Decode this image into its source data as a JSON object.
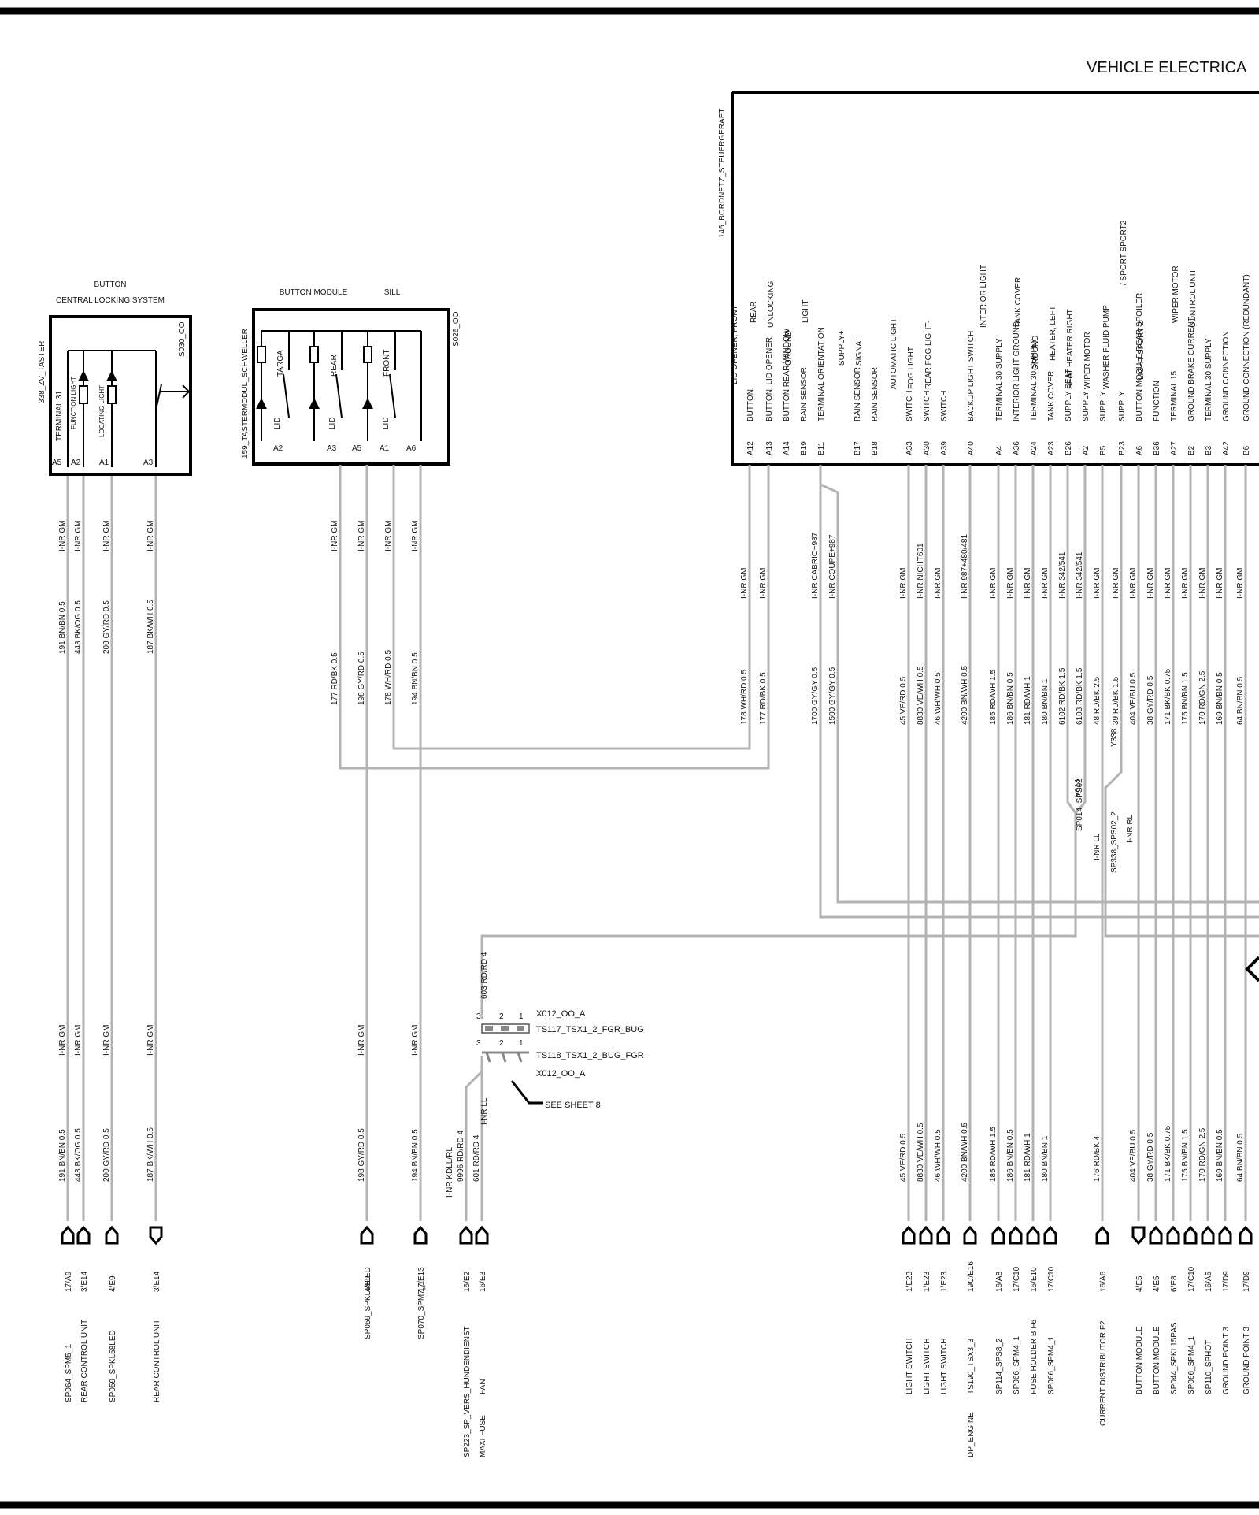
{
  "header": {
    "title": "VEHICLE ELECTRICA"
  },
  "components": {
    "zv": {
      "title1": "BUTTON",
      "title2": "CENTRAL LOCKING SYSTEM",
      "id": "338_ZV_TASTER",
      "code": "S030_OO",
      "labels": [
        "TERMINAL 31",
        "FUNCTION LIGHT",
        "LOCATING LIGHT"
      ],
      "pins": [
        "A5",
        "A2",
        "A1",
        "A3"
      ]
    },
    "sill": {
      "title1": "BUTTON MODULE",
      "title2": "SILL",
      "id": "159_TASTERMODUL_SCHWELLER",
      "code": "S026_OO",
      "labels": [
        "TARGA",
        "REAR",
        "FRONT",
        "LID",
        "LID",
        "LID"
      ],
      "pins": [
        "A2",
        "A3",
        "A5",
        "A1",
        "A6"
      ]
    },
    "bcm": {
      "id": "146_BORDNETZ_STEUERGERAET"
    }
  },
  "zv_wires": [
    {
      "label": "I-NR GM",
      "wire": "191 BN/BN 0.5",
      "ref": "17/A9",
      "dest": "SP064_SPM5_1"
    },
    {
      "label": "I-NR GM",
      "wire": "443 BK/OG 0.5",
      "ref": "3/E14",
      "dest": "REAR CONTROL UNIT"
    },
    {
      "label": "I-NR GM",
      "wire": "200 GY/RD 0.5",
      "ref": "4/E9",
      "dest": "SP059_SPKL58LED"
    },
    {
      "label": "I-NR GM",
      "wire": "187 BK/WH 0.5",
      "ref": "3/E14",
      "dest": "REAR CONTROL UNIT"
    }
  ],
  "sill_wires": [
    {
      "label": "I-NR GM",
      "wire": "177 RD/BK 0.5"
    },
    {
      "label": "I-NR GM",
      "wire": "198 GY/RD 0.5"
    },
    {
      "label": "I-NR GM",
      "wire": "178 WH/RD 0.5"
    },
    {
      "label": "I-NR GM",
      "wire": "194 BN/BN 0.5"
    }
  ],
  "sill_bottom": [
    {
      "label": "I-NR GM",
      "wire": "198 GY/RD 0.5",
      "ref": "4/E9",
      "dest": "SP059_SPKL58LED"
    },
    {
      "label": "I-NR GM",
      "wire": "194 BN/BN 0.5",
      "ref": "17/E13",
      "dest": "SP070_SPM7_1"
    }
  ],
  "bcm_pins": [
    {
      "pin": "A12",
      "desc1": "BUTTON,",
      "desc2": "LID OPENER,  FRONT",
      "label": "I-NR GM",
      "wire": "178 WH/RD 0.5"
    },
    {
      "pin": "A13",
      "desc1": "BUTTON,  LID OPENER,",
      "desc2": "REAR",
      "label": "I-NR GM",
      "wire": "177 RD/BK 0.5"
    },
    {
      "pin": "A14",
      "desc1": "BUTTON  REAR WINDOW",
      "desc2": "UNLOCKING"
    },
    {
      "pin": "B19",
      "desc1": "RAIN SENSOR",
      "desc2": "GROUND"
    },
    {
      "pin": "B11",
      "desc1": "TERMINAL ORIENTATION",
      "desc2": "LIGHT",
      "label": "I-NR CABRIO+987",
      "wire": "1700 GY/GY 0.5"
    },
    {
      "pin": "",
      "label": "I-NR COUPE+987",
      "wire": "1500 GY/GY 0.5"
    },
    {
      "pin": "B17",
      "desc1": "RAIN SENSOR",
      "desc2": "SUPPLY+"
    },
    {
      "pin": "B18",
      "desc1": "RAIN SENSOR",
      "desc2": "SIGNAL"
    },
    {
      "pin": "A33",
      "desc1": "SWITCH",
      "desc2": "AUTOMATIC     LIGHT",
      "label": "I-NR GM",
      "wire": "45 VE/RD 0.5",
      "ref": "1/E23",
      "dest": "LIGHT SWITCH",
      "bwire": "45 VE/RD 0.5"
    },
    {
      "pin": "A30",
      "desc1": "SWITCH",
      "desc2": "FOG LIGHT",
      "label": "I-NR NICHT601",
      "wire": "8830 VE/WH 0.5",
      "ref": "1/E23",
      "dest": "LIGHT SWITCH",
      "bwire": "8830 VE/WH 0.5"
    },
    {
      "pin": "A39",
      "desc1": "SWITCH",
      "desc2": "REAR FOG LIGHT-",
      "label": "I-NR GM",
      "wire": "46 WH/WH 0.5",
      "ref": "1/E23",
      "dest": "LIGHT SWITCH",
      "bwire": "46 WH/WH 0.5"
    },
    {
      "pin": "A40",
      "desc1": "BACKUP  LIGHT  SWITCH",
      "desc2": "",
      "label": "I-NR 987+480/481",
      "wire": "4200 BN/WH 0.5",
      "ref": "19C/E16",
      "dest": "TS190_TSX3_3",
      "dest2": "DP_ENGINE",
      "bwire": "4200 BN/WH 0.5"
    },
    {
      "pin": "A4",
      "desc1": "TERMINAL 30  SUPPLY",
      "desc2": "INTERIOR  LIGHT",
      "label": "I-NR GM",
      "wire": "185 RD/WH 1.5",
      "ref": "16/A8",
      "dest": "SP114_SPS8_2",
      "bwire": "185 RD/WH 1.5"
    },
    {
      "pin": "A36",
      "desc1": "INTERIOR  LIGHT   GROUND",
      "desc2": "",
      "label": "I-NR GM",
      "wire": "186 BN/BN 0.5",
      "ref": "17/C10",
      "dest": "SP066_SPM4_1",
      "bwire": "186 BN/BN 0.5"
    },
    {
      "pin": "A24",
      "desc1": "TERMINAL 30  SUPPLY",
      "desc2": "TANK COVER",
      "label": "I-NR GM",
      "wire": "181 RD/WH 1",
      "ref": "16/E10",
      "dest": "FUSE HOLDER B   F6",
      "bwire": "181 RD/WH 1"
    },
    {
      "pin": "A23",
      "desc1": "TANK COVER",
      "desc2": "GROUND",
      "label": "I-NR GM",
      "wire": "180 BN/BN 1",
      "ref": "17/C10",
      "dest": "SP066_SPM4_1",
      "bwire": "180 BN/BN 1"
    },
    {
      "pin": "B26",
      "desc1": "SUPPLY  SEAT",
      "desc2": "HEATER,  LEFT",
      "label": "I-NR 342/541",
      "wire": "6102 RD/BK 1.5"
    },
    {
      "pin": "A2",
      "desc1": "SUPPLY",
      "desc2": "SEAT HEATER       RIGHT",
      "label": "I-NR 342/541",
      "wire": "6103 RD/BK 1.5"
    },
    {
      "pin": "B5",
      "desc1": "SUPPLY",
      "desc2": "WIPER MOTOR",
      "label": "I-NR GM",
      "wire": "48 RD/BK 2.5",
      "ref": "16/A6",
      "dest": "CURRENT DISTRIBUTOR F2",
      "bwire": "176 RD/BK 4"
    },
    {
      "pin": "B23",
      "desc1": "SUPPLY",
      "desc2": "WASHER FLUID PUMP",
      "label": "I-NR GM",
      "wire": "39 RD/BK 1.5"
    },
    {
      "pin": "A6",
      "desc1": "BUTTON  MODULE  REAR SPOILER",
      "desc2": "/  SPORT   SPORT2",
      "label": "I-NR GM",
      "wire": "404 VE/BU 0.5",
      "ref": "4/E5",
      "dest": "BUTTON   MODULE",
      "bwire": "404 VE/BU 0.5"
    },
    {
      "pin": "B36",
      "desc1": "FUNCTION",
      "desc2": "LIGHT        SPORT 2",
      "label": "I-NR GM",
      "wire": "38 GY/RD 0.5",
      "ref": "4/E5",
      "dest": "BUTTON MODULE",
      "bwire": "38 GY/RD 0.5"
    },
    {
      "pin": "A27",
      "desc1": "TERMINAL 15",
      "desc2": "",
      "label": "I-NR GM",
      "wire": "171 BK/BK 0.75",
      "ref": "6/E8",
      "dest": "SP044_SPKL15PAS",
      "bwire": "171 BK/BK 0.75"
    },
    {
      "pin": "B2",
      "desc1": "GROUND BRAKE CURRENT",
      "desc2": "WIPER MOTOR",
      "label": "I-NR GM",
      "wire": "175 BN/BN 1.5",
      "ref": "17/C10",
      "dest": "SP066_SPM4_1",
      "bwire": "175 BN/BN 1.5"
    },
    {
      "pin": "B3",
      "desc1": "TERMINAL 30  SUPPLY",
      "desc2": "CONTROL UNIT",
      "label": "I-NR GM",
      "wire": "170 RD/GN 2.5",
      "ref": "16/A5",
      "dest": "SP110_SPHOT",
      "bwire": "170 RD/GN 2.5"
    },
    {
      "pin": "A42",
      "desc1": "GROUND CONNECTION",
      "desc2": "",
      "label": "I-NR GM",
      "wire": "169 BN/BN 0.5",
      "ref": "17/D9",
      "dest": "GROUND POINT 3",
      "bwire": "169 BN/BN 0.5"
    },
    {
      "pin": "B6",
      "desc1": "GROUND CONNECTION  (REDUNDANT)",
      "desc2": "",
      "label": "I-NR GM",
      "wire": "64 BN/BN 0.5",
      "ref": "17/D9",
      "dest": "GROUND POINT 3",
      "bwire": "64 BN/BN 0.5"
    }
  ],
  "splices": {
    "sp014": "SP014_SPS02",
    "y014": "Y014",
    "y338": "Y338",
    "sp338": "SP338_SPS02_2",
    "inr_ll": "I-NR LL",
    "inr_rl": "I-NR RL"
  },
  "connector": {
    "wire_top": "603 RD/RD 4",
    "x012a": "X012_OO_A",
    "ts117": "TS117_TSX1_2_FGR_BUG",
    "ts118": "TS118_TSX1_2_BUG_FGR",
    "x012b": "X012_OO_A",
    "see": "SEE SHEET 8",
    "inr_ll": "I-NR LL",
    "pins_top": [
      "3",
      "2",
      "1"
    ],
    "pins_bot": [
      "3",
      "2",
      "1"
    ]
  },
  "fan": {
    "label": "I-NR KDLL/RL",
    "wires": [
      {
        "wire": "9996 RD/RD 4",
        "ref": "16/E2",
        "dest": "SP223_SP_VERS_HUNDENDIENST"
      },
      {
        "wire": "601 RD/RD 4",
        "ref": "16/E3",
        "dest": "MAXI FUSE",
        "dest2": "FAN"
      }
    ]
  }
}
